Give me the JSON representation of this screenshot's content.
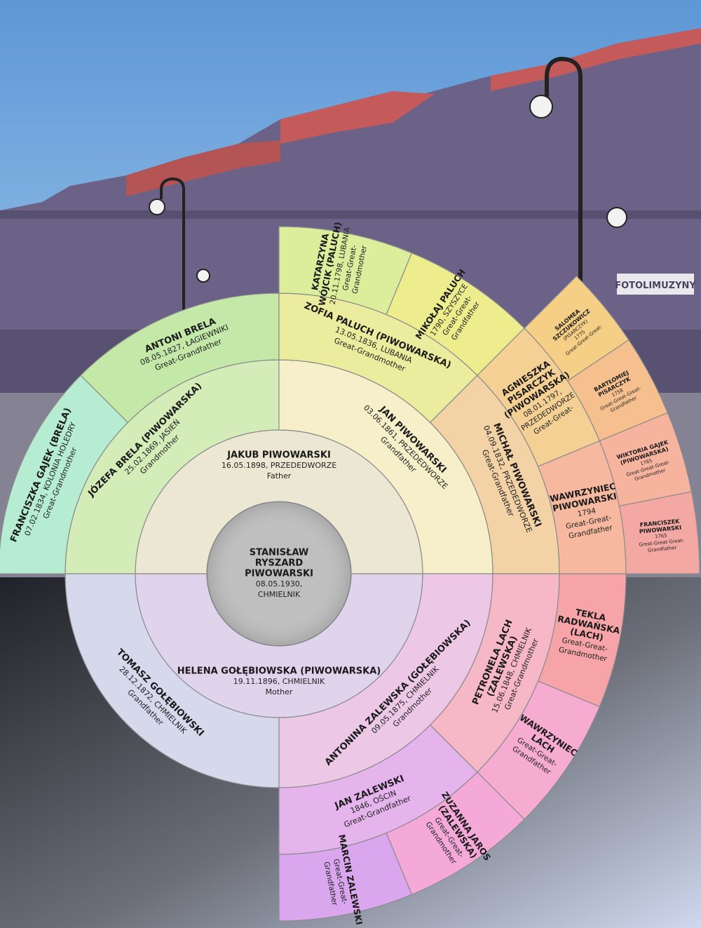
{
  "center": {
    "name": [
      "STANISŁAW",
      "RYSZARD",
      "PIWOWARSKI"
    ],
    "detail": [
      "08.05.1930,",
      "CHMIELNIK"
    ],
    "color": "#bfbfbf"
  },
  "segments": [
    {
      "id": "father",
      "name": [
        "JAKUB PIWOWARSKI"
      ],
      "detail": [
        "16.05.1898, PRZEDEDWORZE"
      ],
      "role": [
        "Father"
      ],
      "color": "#ece7d2"
    },
    {
      "id": "mother",
      "name": [
        "HELENA GOŁĘBIOWSKA (PIWOWARSKA)"
      ],
      "detail": [
        "19.11.1896, CHMIELNIK"
      ],
      "role": [
        "Mother"
      ],
      "color": "#e0d3ec"
    },
    {
      "id": "pgm",
      "name": [
        "JÓZEFA BRELA (PIWOWARSKA)"
      ],
      "detail": [
        "25.02.1869, JASIEŃ"
      ],
      "role": [
        "Grandmother"
      ],
      "color": "#d4ecb8"
    },
    {
      "id": "pgf",
      "name": [
        "JAN PIWOWARSKI"
      ],
      "detail": [
        "03.06.1861, PRZEDEDWORZE"
      ],
      "role": [
        "Grandfather"
      ],
      "color": "#f6efc9"
    },
    {
      "id": "mgm",
      "name": [
        "ANTONINA ZALEWSKA (GOŁĘBIOWSKA)"
      ],
      "detail": [
        "09.05.1875, CHMIELNIK"
      ],
      "role": [
        "Grandmother"
      ],
      "color": "#ecc8e6"
    },
    {
      "id": "mgf",
      "name": [
        "TOMASZ GOŁĘBIOWSKI"
      ],
      "detail": [
        "28.12.1872, CHMIELNIK"
      ],
      "role": [
        "Grandfather"
      ],
      "color": "#d6d8ec"
    },
    {
      "id": "g1",
      "name": [
        "FRANCISZKA GAJEK (BRELA)"
      ],
      "detail": [
        "07.02.1834, KOLONIA HOLEDRY"
      ],
      "role": [
        "Great-Grandmother"
      ],
      "color": "#b5ecd2"
    },
    {
      "id": "g2",
      "name": [
        "ANTONI BRELA"
      ],
      "detail": [
        "08.05.1827, ŁAGIEWNIKI"
      ],
      "role": [
        "Great-Grandfather"
      ],
      "color": "#c3e8a8"
    },
    {
      "id": "g3",
      "name": [
        "ZOFIA PALUCH (PIWOWARSKA)"
      ],
      "detail": [
        "13.05.1836, LUBANIA"
      ],
      "role": [
        "Great-Grandmother"
      ],
      "color": "#ecec9e"
    },
    {
      "id": "g4",
      "name": [
        "MICHAŁ PIWOWARSKI"
      ],
      "detail": [
        "04.09.1832, PRZEDEDWORZE"
      ],
      "role": [
        "Great-Grandfather"
      ],
      "color": "#f3d2a6"
    },
    {
      "id": "g5",
      "name": [
        "PETRONELA LACH",
        "(ZALEWSKA)"
      ],
      "detail": [
        "15.06.1848, CHMIELNIK"
      ],
      "role": [
        "Great-Grandmother"
      ],
      "color": "#f6b7c7"
    },
    {
      "id": "g6",
      "name": [
        "JAN ZALEWSKI"
      ],
      "detail": [
        "1846, OŚCIN"
      ],
      "role": [
        "Great-Grandfather"
      ],
      "color": "#e6b4ec"
    },
    {
      "id": "gg1",
      "name": [
        "KATARZYNA",
        "WÓJCIK (PALUCH)"
      ],
      "detail": [
        "20.11.1798, LUBANIA"
      ],
      "role": [
        "Great-Great-",
        "Grandmother"
      ],
      "color": "#dced9b"
    },
    {
      "id": "gg2",
      "name": [
        "MIKOŁAJ PALUCH"
      ],
      "detail": [
        "1790, SZYSZYCE"
      ],
      "role": [
        "Great-Great-",
        "Grandfather"
      ],
      "color": "#eded8e"
    },
    {
      "id": "gg3",
      "name": [
        "AGNIESZKA",
        "PISARCZYK",
        "(PIWOWARSKA)"
      ],
      "detail": [
        "08.01.1797,",
        "PRZEDEDWORZE"
      ],
      "role": [
        "Great-Great-"
      ],
      "color": "#f4d094"
    },
    {
      "id": "gg4",
      "name": [
        "WAWRZYNIEC",
        "PIWOWARSKI"
      ],
      "detail": [
        "1794"
      ],
      "role": [
        "Great-Great-",
        "Grandfather"
      ],
      "color": "#f6b9a0"
    },
    {
      "id": "gg5",
      "name": [
        "TEKLA",
        "RADWAŃSKA",
        "(LACH)"
      ],
      "detail": [],
      "role": [
        "Great-Great-",
        "Grandmother"
      ],
      "color": "#f6a4a8"
    },
    {
      "id": "gg6",
      "name": [
        "WAWRZYNIEC",
        "LACH"
      ],
      "detail": [],
      "role": [
        "Great-Great-",
        "Grandfather"
      ],
      "color": "#f6acd0"
    },
    {
      "id": "gg7",
      "name": [
        "ZUZANNA JAROS",
        "(ZALEWSKA)"
      ],
      "detail": [],
      "role": [
        "Great-Great-",
        "Grandmother"
      ],
      "color": "#f4a9d8"
    },
    {
      "id": "gg8",
      "name": [
        "MARCIN ZALEWSKI"
      ],
      "detail": [],
      "role": [
        "Great-Great-",
        "Grandfather"
      ],
      "color": "#daa6ee"
    },
    {
      "id": "ggg1",
      "name": [
        "SALOMEA",
        "SZCZUKOWICZ"
      ],
      "detail": [
        "(PISARCZYK)",
        "1775"
      ],
      "role": [
        "Great-Great-Great-"
      ],
      "color": "#f6cf86"
    },
    {
      "id": "ggg2",
      "name": [
        "BARTŁOMIEJ",
        "PISARCZYK"
      ],
      "detail": [
        "1758"
      ],
      "role": [
        "Great-Great-Great-",
        "Grandfather"
      ],
      "color": "#f6c08e"
    },
    {
      "id": "ggg3",
      "name": [
        "WIKTORIA GAJEK",
        "(PIWOWARSKA)"
      ],
      "detail": [
        "1765"
      ],
      "role": [
        "Great-Great-Great-",
        "Grandmother"
      ],
      "color": "#f6b39e"
    },
    {
      "id": "ggg4",
      "name": [
        "FRANCISZEK",
        "PIWOWARSKI"
      ],
      "detail": [
        "1765"
      ],
      "role": [
        "Great-Great-Great-",
        "Grandfather"
      ],
      "color": "#f4a8a3"
    }
  ],
  "store_sign": "FOTOLIMUZYNY",
  "colors": {
    "sky_top": "#5d97d6",
    "sky_bottom": "#b9d8f2",
    "building_main": "#6c6288",
    "building_shadow": "#4a4460",
    "roof_red": "#c45a5a",
    "background_dark": "#202227",
    "background_light": "#cfd8ee"
  }
}
